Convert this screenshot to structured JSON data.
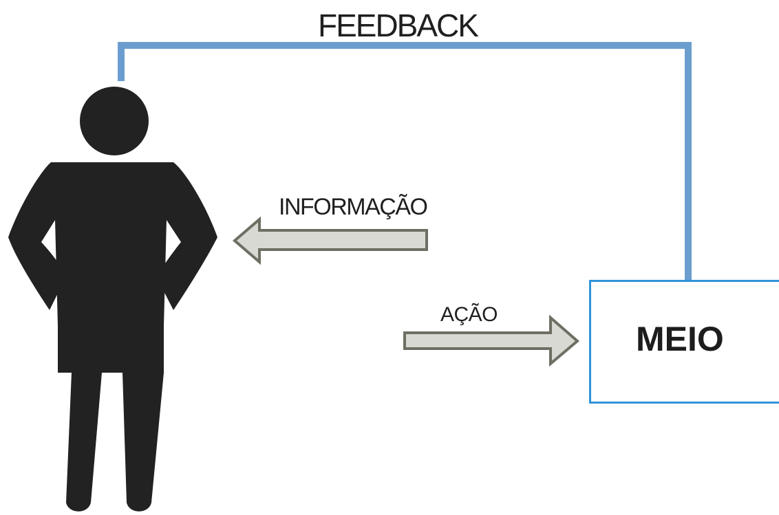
{
  "diagram": {
    "feedback_label": "FEEDBACK",
    "information_label": "INFORMAÇÃO",
    "action_label": "AÇÃO",
    "environment_label": "MEIO"
  },
  "colors": {
    "feedback_line": "#6b9ecf",
    "box_border": "#2f93d8",
    "person": "#222222",
    "arrow_fill": "#d9d9d3",
    "arrow_stroke": "#6e6e63",
    "text": "#1f1f1f"
  },
  "icons": {
    "person": "person-silhouette-icon",
    "information_arrow": "left-arrow-icon",
    "action_arrow": "right-arrow-icon"
  }
}
